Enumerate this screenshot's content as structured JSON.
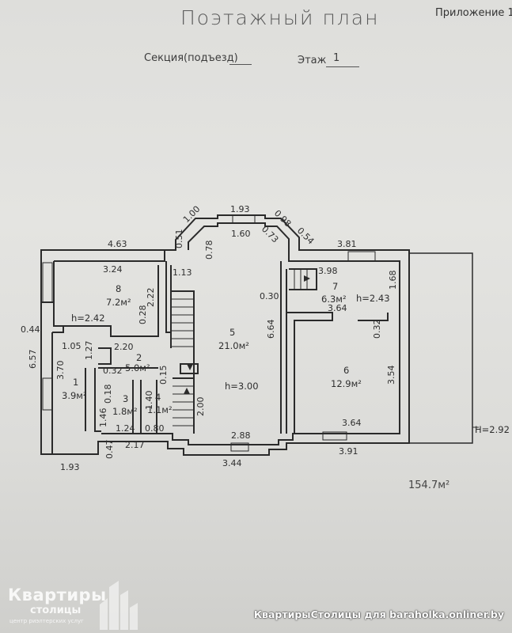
{
  "header": {
    "title": "Поэтажный план",
    "appendix": "Приложение 1",
    "section_label": "Секция(подъезд)",
    "floor_label": "Этаж",
    "floor_value": "1"
  },
  "plan": {
    "total_area": "154.7м²",
    "rooms": [
      {
        "number": "1",
        "area": "3.9м²"
      },
      {
        "number": "2",
        "area": "5.0м²"
      },
      {
        "number": "3",
        "area": "1.8м²"
      },
      {
        "number": "4",
        "area": "1.1м²"
      },
      {
        "number": "5",
        "area": "21.0м²"
      },
      {
        "number": "6",
        "area": "12.9м²"
      },
      {
        "number": "7",
        "area": "6.3м²"
      },
      {
        "number": "8",
        "area": "7.2м²"
      }
    ],
    "heights": [
      "h=2.42",
      "h=3.00",
      "h=2.43",
      "H=2.92"
    ],
    "dimensions": [
      "4.63",
      "3.24",
      "2.22",
      "0.28",
      "0.44",
      "6.57",
      "3.70",
      "1.05",
      "1.27",
      "2.20",
      "0.32",
      "0.18",
      "0.15",
      "1.46",
      "1.24",
      "0.80",
      "0.47",
      "2.17",
      "1.93",
      "1.40",
      "2.00",
      "1.13",
      "0.51",
      "0.78",
      "1.00",
      "1.93",
      "1.60",
      "0.73",
      "0.98",
      "0.54",
      "3.81",
      "3.98",
      "1.68",
      "0.30",
      "3.64",
      "0.32",
      "6.64",
      "3.54",
      "3.64",
      "2.88",
      "3.44",
      "3.91"
    ]
  },
  "watermark": {
    "line1": "Квартиры",
    "line2": "столицы",
    "line3": "центр риэлтерских услуг"
  },
  "footer": {
    "text": "КвартирыСтолицы для baraholka.onliner.by"
  }
}
